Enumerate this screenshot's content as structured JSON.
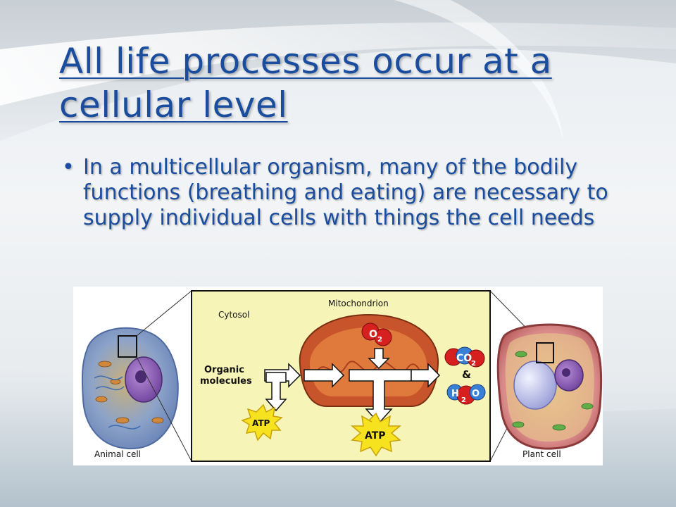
{
  "slide": {
    "title": "All life processes occur at a cellular level",
    "bullets": [
      "In a multicellular organism, many of the bodily functions (breathing and eating) are necessary to supply individual cells with things the cell needs"
    ]
  },
  "figure": {
    "labels": {
      "cytosol": "Cytosol",
      "mitochondrion": "Mitochondrion",
      "organic_line1": "Organic",
      "organic_line2": "molecules",
      "atp_left": "ATP",
      "atp_right": "ATP",
      "o2": "O",
      "o2_sub": "2",
      "co2": "CO",
      "co2_sub": "2",
      "ampersand": "&",
      "h2o_h": "H",
      "h2o_sub": "2",
      "h2o_o": "O",
      "animal_cell": "Animal cell",
      "plant_cell": "Plant cell"
    },
    "colors": {
      "title_blue": "#1a4d9e",
      "panel_yellow": "#f7f4b8",
      "mito_outer": "#c7542a",
      "mito_inner": "#e07a3c",
      "molecule_red": "#d62020",
      "molecule_blue": "#3a7fd6",
      "atp_yellow": "#f6e21e"
    }
  }
}
